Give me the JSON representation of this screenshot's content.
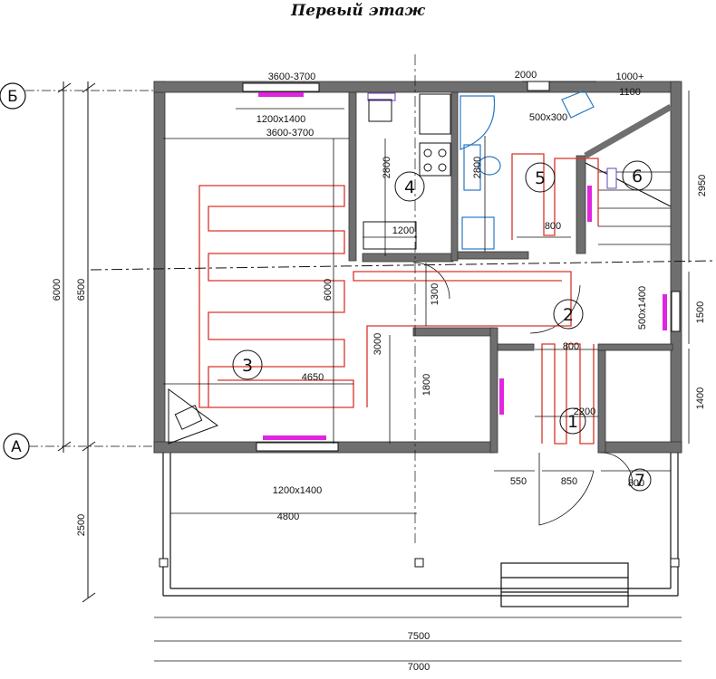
{
  "title": "Первый этаж",
  "axes": {
    "b": "Б",
    "a": "А"
  },
  "rooms": [
    "1",
    "2",
    "3",
    "4",
    "5",
    "6",
    "7"
  ],
  "dims": {
    "top_left_width": "3600-3700",
    "top_mid_width": "2000",
    "top_right_width": "1000+",
    "top_right_width2": "1100",
    "window_top": "1200x1400",
    "inner_width": "3600-3700",
    "kitchen_2800": "2800",
    "bath_2800": "2800",
    "counter_1200": "1200",
    "bath_800": "800",
    "small_500x300": "500x300",
    "height_2950": "2950",
    "hall_6000": "6000",
    "hall_1300": "1300",
    "hall_3000": "3000",
    "width_4650": "4650",
    "width_1800": "1800",
    "vestibule_800": "800",
    "vestibule_2200": "2200",
    "right_1500": "1500",
    "right_500x1400": "500x1400",
    "right_1400": "1400",
    "door_550": "550",
    "door_850": "850",
    "door_800": "800",
    "window_bottom": "1200x1400",
    "terrace_4800": "4800",
    "left_6000": "6000",
    "left_6500": "6500",
    "left_2500": "2500",
    "total_7500": "7500",
    "total_7000": "7000"
  },
  "colors": {
    "wall": "#6f6f6f",
    "heating": "#d9342b",
    "radiator": "#e025e0",
    "fixture": "#2a79c4",
    "line": "#111111"
  }
}
